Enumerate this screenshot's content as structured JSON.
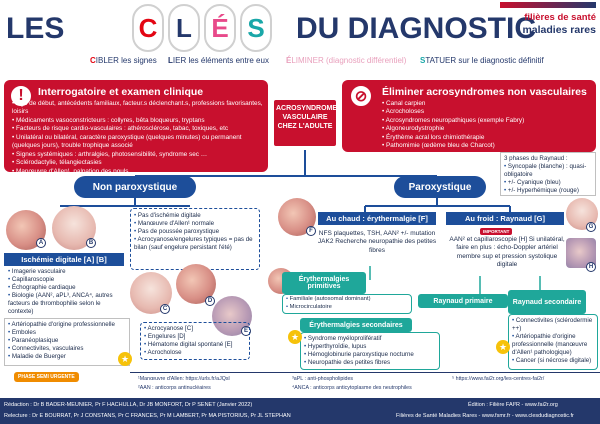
{
  "header": {
    "title_left": "LES",
    "title_right": "DU DIAGNOSTIC",
    "key_letters": [
      "C",
      "L",
      "É",
      "S"
    ],
    "logo_line1": "filières de santé",
    "logo_line2": "maladies rares",
    "subtitles": {
      "c_initial": "C",
      "c_text": "IBLER les signes",
      "l_initial": "L",
      "l_text": "IER les éléments entre eux",
      "e_initial": "É",
      "e_text": "LIMINER (diagnostic différentiel)",
      "s_initial": "S",
      "s_text": "TATUER sur le diagnostic définitif"
    }
  },
  "left_box": {
    "icon": "!",
    "title": "Interrogatoire et examen clinique",
    "items": [
      "Âge de début, antécédents familiaux, facteur.s déclenchant.s, professions favorisantes, loisirs",
      "Médicaments vasoconstricteurs : collyres, bêta bloqueurs, tryptans",
      "Facteurs de risque cardio-vasculaires : athérosclérose, tabac, toxiques, etc",
      "Unilatéral ou bilatéral, caractère paroxystique (quelques minutes) ou permanent (quelques jours), trouble trophique associé",
      "Signes systémiques : arthralgies, photosensibilité, syndrome sec …",
      "Sclérodactylie, télangiectasies",
      "Manœuvre d'Allen¹, palpation des pouls"
    ]
  },
  "center_box": {
    "line1": "ACROSYNDROME",
    "line2": "VASCULAIRE",
    "line3": "CHEZ L'ADULTE"
  },
  "right_box": {
    "title": "Éliminer acrosyndromes  non vasculaires",
    "items": [
      "Canal carpien",
      "Acrocholoses",
      "Acrosyndromes  neuropathiques (exemple Fabry)",
      "Algoneurodystrophie",
      "Érythème acral lors chimiothérapie",
      "Pathomimie (œdème bleu de Charcot)"
    ]
  },
  "non_paroxystique": {
    "label": "Non paroxystique",
    "ischemie": "Ischémie digitale [A] [B]",
    "ischemie_items": [
      "Imagerie vasculaire",
      "Capillaroscopie",
      "Échographie cardiaque",
      "Biologie (AAN², aPL³, ANCA⁴, autres facteurs de thrombophilie selon le contexte)"
    ],
    "causes": [
      "Artériopathie d'origine professionnelle",
      "Emboles",
      "Paranéoplasique",
      "Connectivites, vasculaires",
      "Maladie de Buerger"
    ],
    "right_items": [
      "Pas d'ischémie digitale",
      "Manœuvre d'Allen¹ normale",
      "Pas de poussée paroxystique",
      "Acrocyanose/engelures typiques = pas de bilan (sauf engelure persistant l'été)"
    ],
    "acro_items": [
      "Acrocyanose [C]",
      "Engelures [D]",
      "Hématome digital spontané [E]",
      "Acrocholose"
    ],
    "phase_button": "PHASE SEMI URGENTE"
  },
  "paroxystique": {
    "label": "Paroxystique",
    "raynaud_phases_title": "3 phases du Raynaud :",
    "raynaud_phases": [
      "Syncopale (blanche) : quasi-obligatoire",
      "+/- Cyanique (bleu)",
      "+/- Hyperhémique (rouge)"
    ],
    "chaud_label": "Au chaud : érythermalgie [F]",
    "froid_label": "Au froid : Raynaud [G]",
    "chaud_text": "NFS plaquettes, TSH, AAN² +/- mutation JAK2 Recherche neuropathie des petites fibres",
    "important": "IMPORTANT",
    "froid_text": "AAN² et capillaroscopie [H] Si unilatéral, faire en plus : écho-Doppler artériel membre sup et pression systolique digitale",
    "eryth_primitive": "Érythermalgies primitives",
    "eryth_primitive_items": [
      "Familiale (autosomal dominant)",
      "Microcirculatoire"
    ],
    "eryth_secondaire": "Érythermalgies secondaires",
    "eryth_secondaire_items": [
      "Syndrome myéloprolifératif",
      "Hyperthyroïdie, lupus",
      "Hémoglobinurie paroxystique nocturne",
      "Neuropathie des petites fibres"
    ],
    "raynaud_primaire": "Raynaud primaire",
    "raynaud_secondaire": "Raynaud secondaire",
    "raynaud_secondaire_items": [
      "Connectivites (sclérodermie ++)",
      "Artériopathie d'origine professionnelle (manœuvre d'Allen¹ pathologique)",
      "Cancer (si nécrose digitale)"
    ]
  },
  "definitions": {
    "allen": "¹Manœuvre d'Allen: https://urls.fr/aJQsl",
    "aan": "²AAN : anticorps antinucléaires",
    "apl": "³aPL : anti-phospholipides",
    "anca": "⁴ANCA : anticorps anticytoplasme des neutrophiles",
    "link": "⁵ https://www.fai2r.org/les-centres-fai2r/"
  },
  "footer": {
    "redaction": "Rédaction : Dr B BADER-MEUNIER, Pr F HACHULLA, Dr JB MONFORT, Dr P SENET  (Janvier 2022)",
    "relecture": "Relecture : Dr E BOURRAT, Pr J CONSTANS, Pr C FRANCES,  Pr M LAMBERT, Pr MA PISTORIUS, Pr JL STEPHAN",
    "edition": "Édition : Filière FAI²R - www.fai2r.org",
    "filieres": "Filières de Santé Maladies Rares - www.fsmr.fr - www.clesdudiagnostic.fr"
  },
  "colors": {
    "navy": "#24386b",
    "red": "#c8102e",
    "blue": "#1d4e9a",
    "teal": "#1fa79a",
    "orange": "#f08c00"
  },
  "icons": [
    "alert-icon",
    "no-entry-icon",
    "star-icon",
    "key-icon"
  ]
}
